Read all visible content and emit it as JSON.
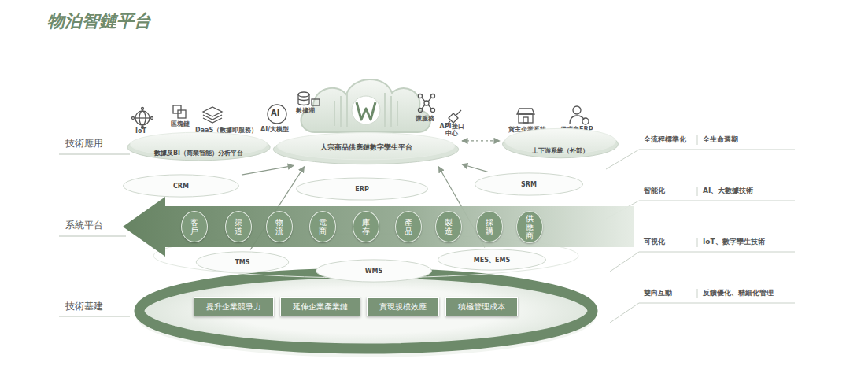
{
  "diagram": {
    "title": "物泊智鏈平台",
    "nodes": [
      {
        "text": [
          "數據及BI（商業智能）分析平台"
        ]
      },
      {
        "text": [
          "大宗商品供應鏈數字孿生平台"
        ]
      },
      {
        "text": [
          "上下游系統（外部）"
        ]
      },
      {
        "text": [
          "CRM"
        ]
      },
      {
        "text": [
          "ERP"
        ]
      },
      {
        "text": [
          "SRM"
        ]
      },
      {
        "text": [
          "客戶"
        ]
      },
      {
        "text": [
          "渠道"
        ]
      },
      {
        "text": [
          "物流"
        ]
      },
      {
        "text": [
          "電商"
        ]
      },
      {
        "text": [
          "庫存"
        ]
      },
      {
        "text": [
          "產品"
        ]
      },
      {
        "text": [
          "製造"
        ]
      },
      {
        "text": [
          "採購"
        ]
      },
      {
        "text": [
          "供應商"
        ]
      },
      {
        "text": [
          "TMS"
        ]
      },
      {
        "text": [
          "WMS"
        ]
      },
      {
        "text": [
          "MES、EMS"
        ]
      },
      {
        "text": [
          "提升企業競爭力"
        ]
      },
      {
        "text": [
          "延伸企業產業鏈"
        ]
      },
      {
        "text": [
          "實現規模效應"
        ]
      },
      {
        "text": [
          "積極管理成本"
        ]
      }
    ],
    "edges": [
      {
        "from": 3,
        "to": 1,
        "arrow": "to"
      },
      {
        "from": 15,
        "to": 1,
        "arrow": "to"
      },
      {
        "from": 17,
        "to": 1,
        "arrow": "to"
      },
      {
        "from": 5,
        "to": 1,
        "arrow": "to"
      },
      {
        "from": 1,
        "to": 2,
        "arrow": "both"
      }
    ],
    "labels": [
      "技術應用",
      "系統平台",
      "技術基建",
      "IoT",
      "區塊鏈",
      "DaaS（數據即服務）",
      "AI/大模型",
      "數據湖",
      "微服務",
      "API接口中心",
      "貨主企業系統",
      "供應商ERP",
      "全流程標準化",
      "全生命週期",
      "智能化",
      "AI、大數據技術",
      "可視化",
      "IoT、數字孿生技術",
      "雙向互動",
      "反饋優化、精細化管理",
      "AI"
    ]
  }
}
